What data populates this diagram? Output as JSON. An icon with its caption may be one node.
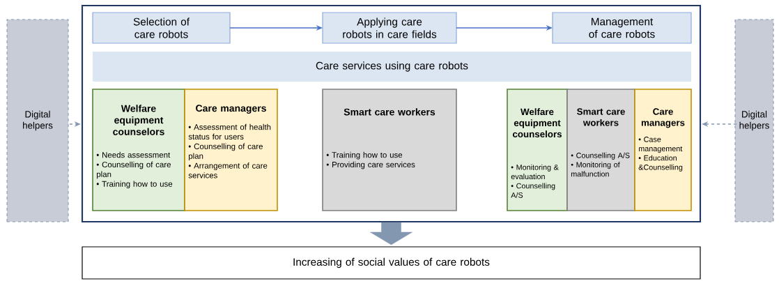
{
  "diagram": {
    "nodes": [
      {
        "text": [
          "Digital helpers"
        ]
      },
      {
        "text": [],
        "shape": "box"
      },
      {
        "text": [
          "Selection of care robots"
        ],
        "in": 1
      },
      {
        "text": [
          "Applying care robots in care fields"
        ],
        "in": 1
      },
      {
        "text": [
          "Management of care robots"
        ],
        "in": 1
      },
      {
        "text": [
          "Care services using care robots"
        ],
        "in": 1
      },
      {
        "text": [
          "Welfare equipment counselors",
          "• Needs assessment",
          "• Counselling of care plan",
          "• Training how to use"
        ],
        "in": 1
      },
      {
        "text": [
          "Care managers",
          "• Assessment of health status for users",
          "• Counselling of care plan",
          "• Arrangement of care services"
        ],
        "in": 1
      },
      {
        "text": [
          "Smart care workers",
          "• Training how to use",
          "• Providing care services"
        ],
        "in": 1
      },
      {
        "text": [
          "Welfare equipment counselors",
          "• Monitoring & evaluation",
          "• Counselling A/S"
        ],
        "in": 1
      },
      {
        "text": [
          "Smart care workers",
          "• Counselling A/S",
          "• Monitoring of malfunction"
        ],
        "in": 1
      },
      {
        "text": [
          "Care managers",
          "• Case management",
          "• Education &Counselling"
        ],
        "in": 1
      },
      {
        "text": [
          "Digital helpers"
        ]
      },
      {
        "text": [
          "Increasing of social values of care robots"
        ]
      }
    ],
    "edges": [
      {
        "from": 0,
        "to": 1,
        "arrow": "to",
        "style": "dashed",
        "color": "#8497b0"
      },
      {
        "from": 2,
        "to": 3,
        "arrow": "to"
      },
      {
        "from": 3,
        "to": 4,
        "arrow": "to"
      },
      {
        "from": 12,
        "to": 1,
        "arrow": "to",
        "style": "dashed",
        "color": "#8497b0"
      },
      {
        "from": 1,
        "to": 13,
        "arrow": "to",
        "style": "thick",
        "color": "#8497b0"
      }
    ]
  }
}
